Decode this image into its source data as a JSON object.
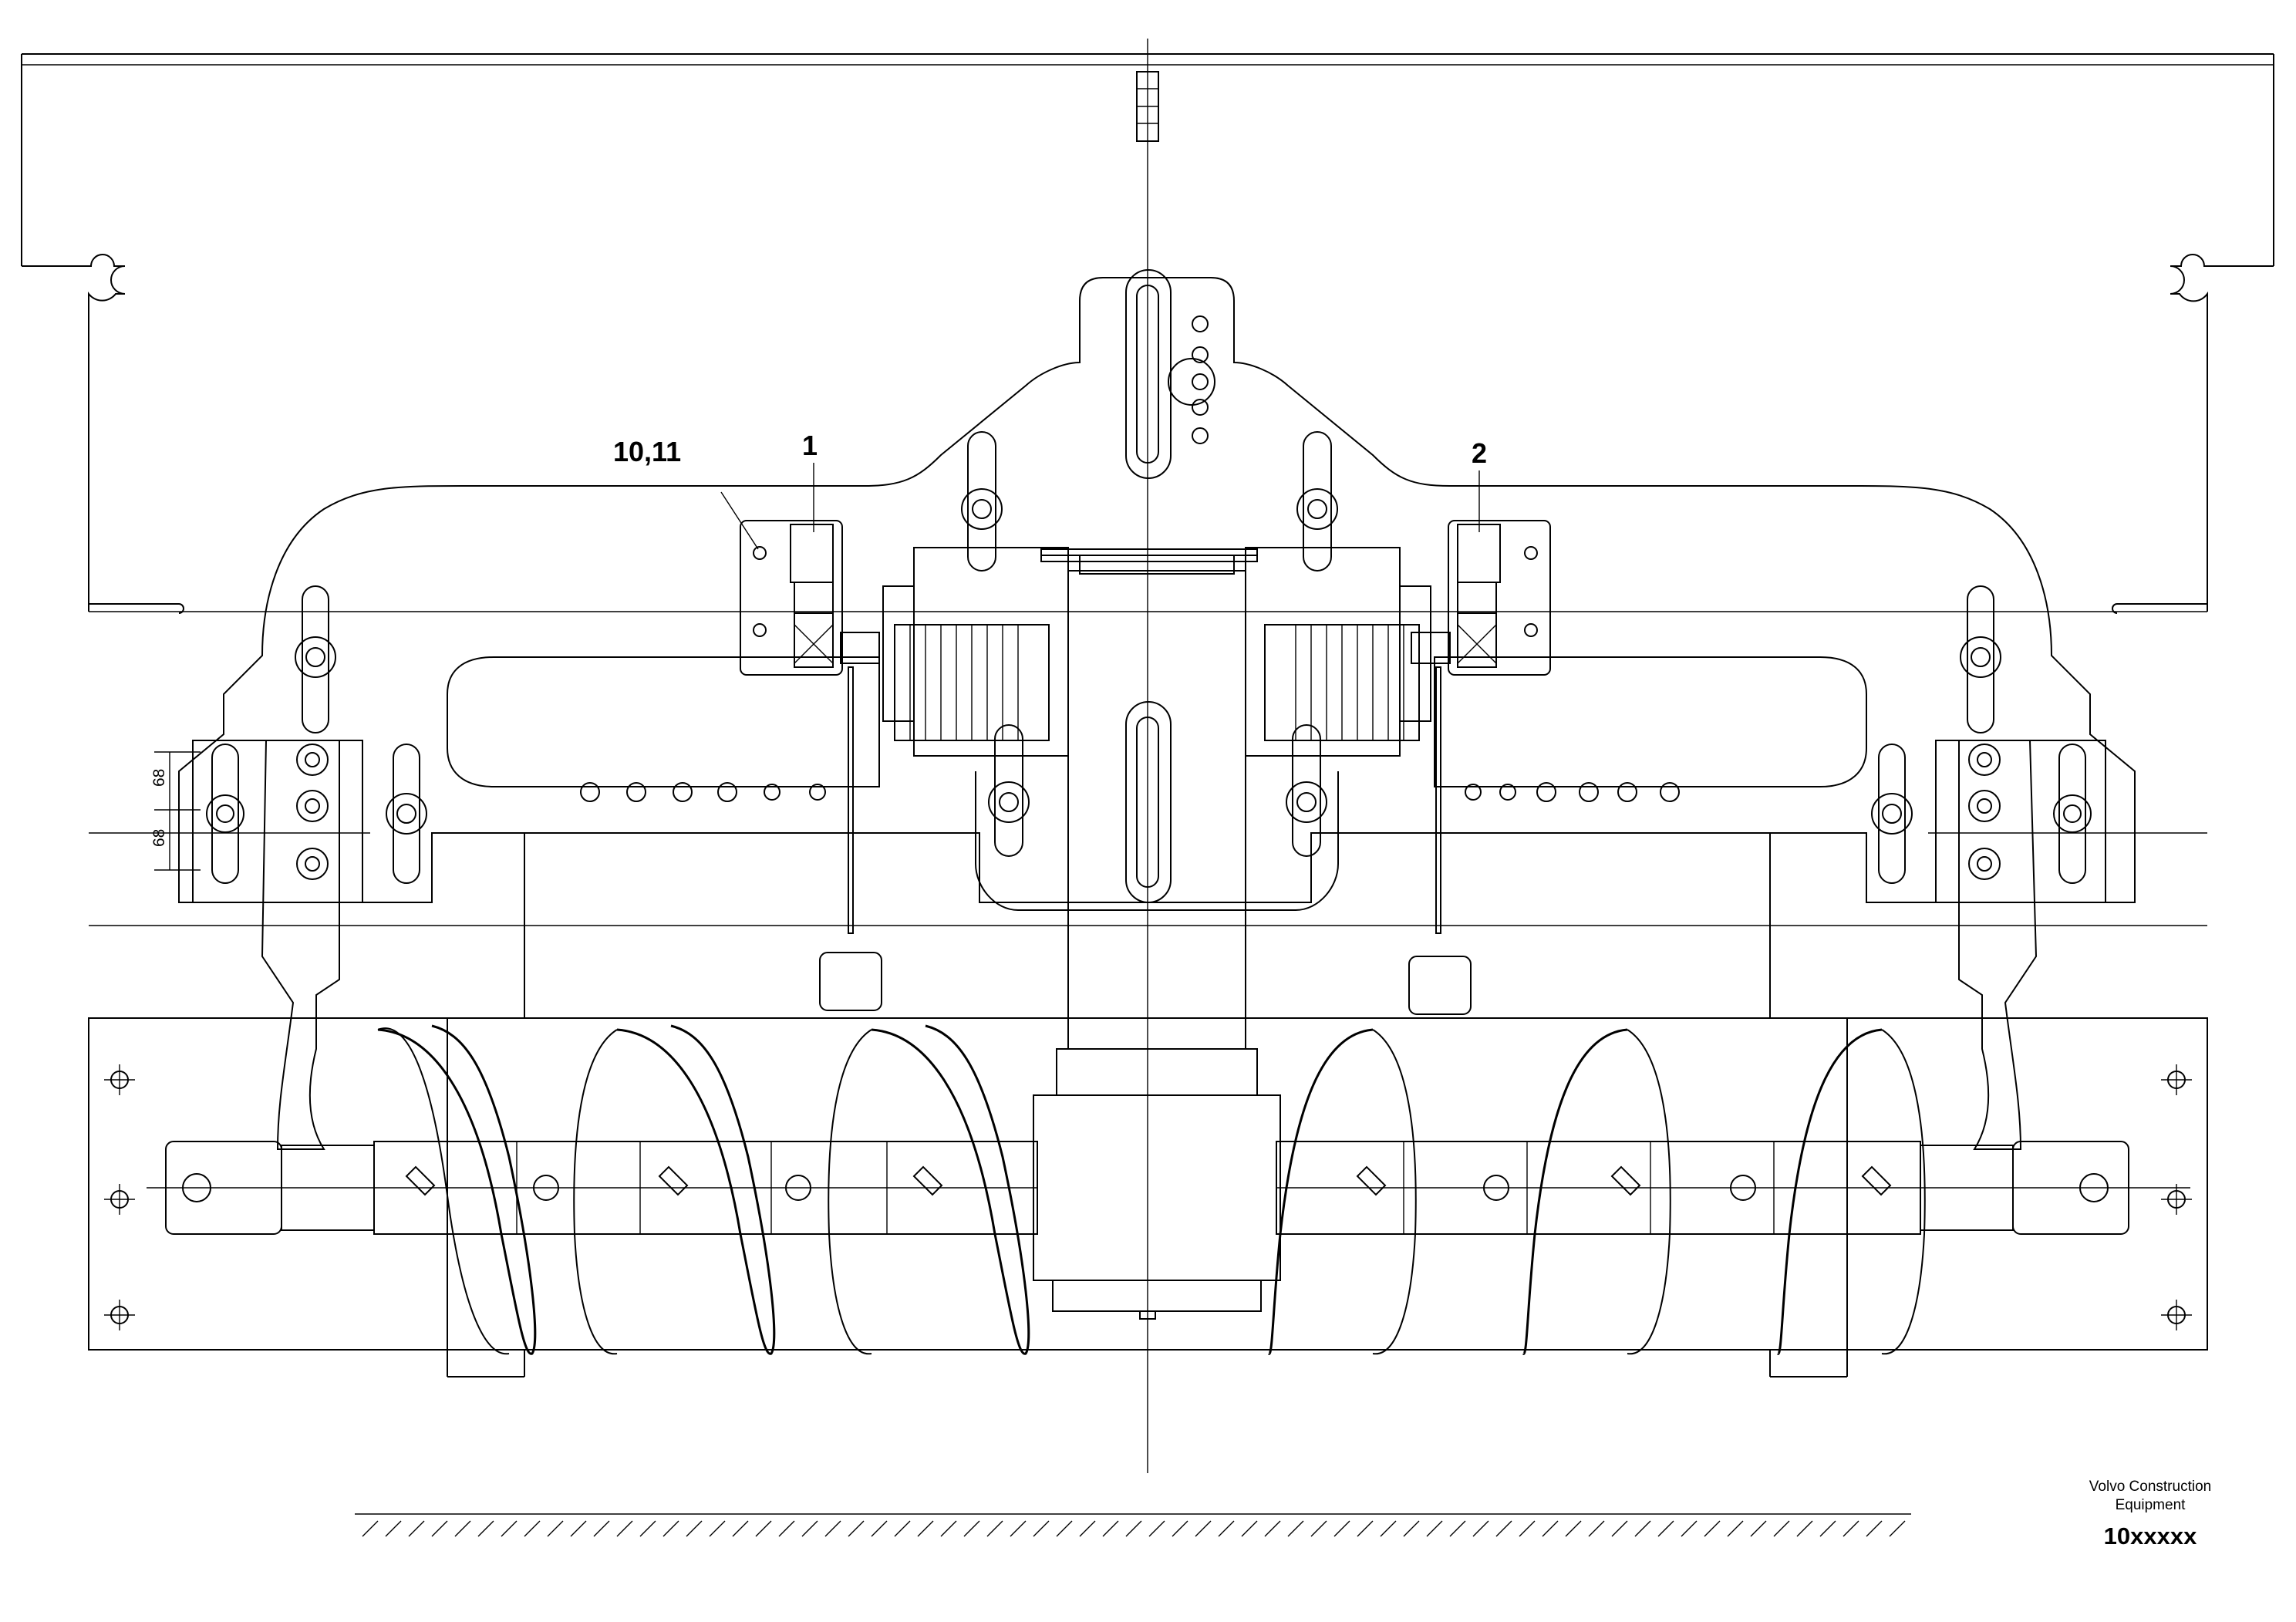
{
  "callouts": {
    "c1": "10,11",
    "c2": "1",
    "c3": "2"
  },
  "dimensions": {
    "upper": "68",
    "lower": "68"
  },
  "title_block": {
    "company_line1": "Volvo Construction",
    "company_line2": "Equipment",
    "drawing_number": "10xxxxx"
  }
}
